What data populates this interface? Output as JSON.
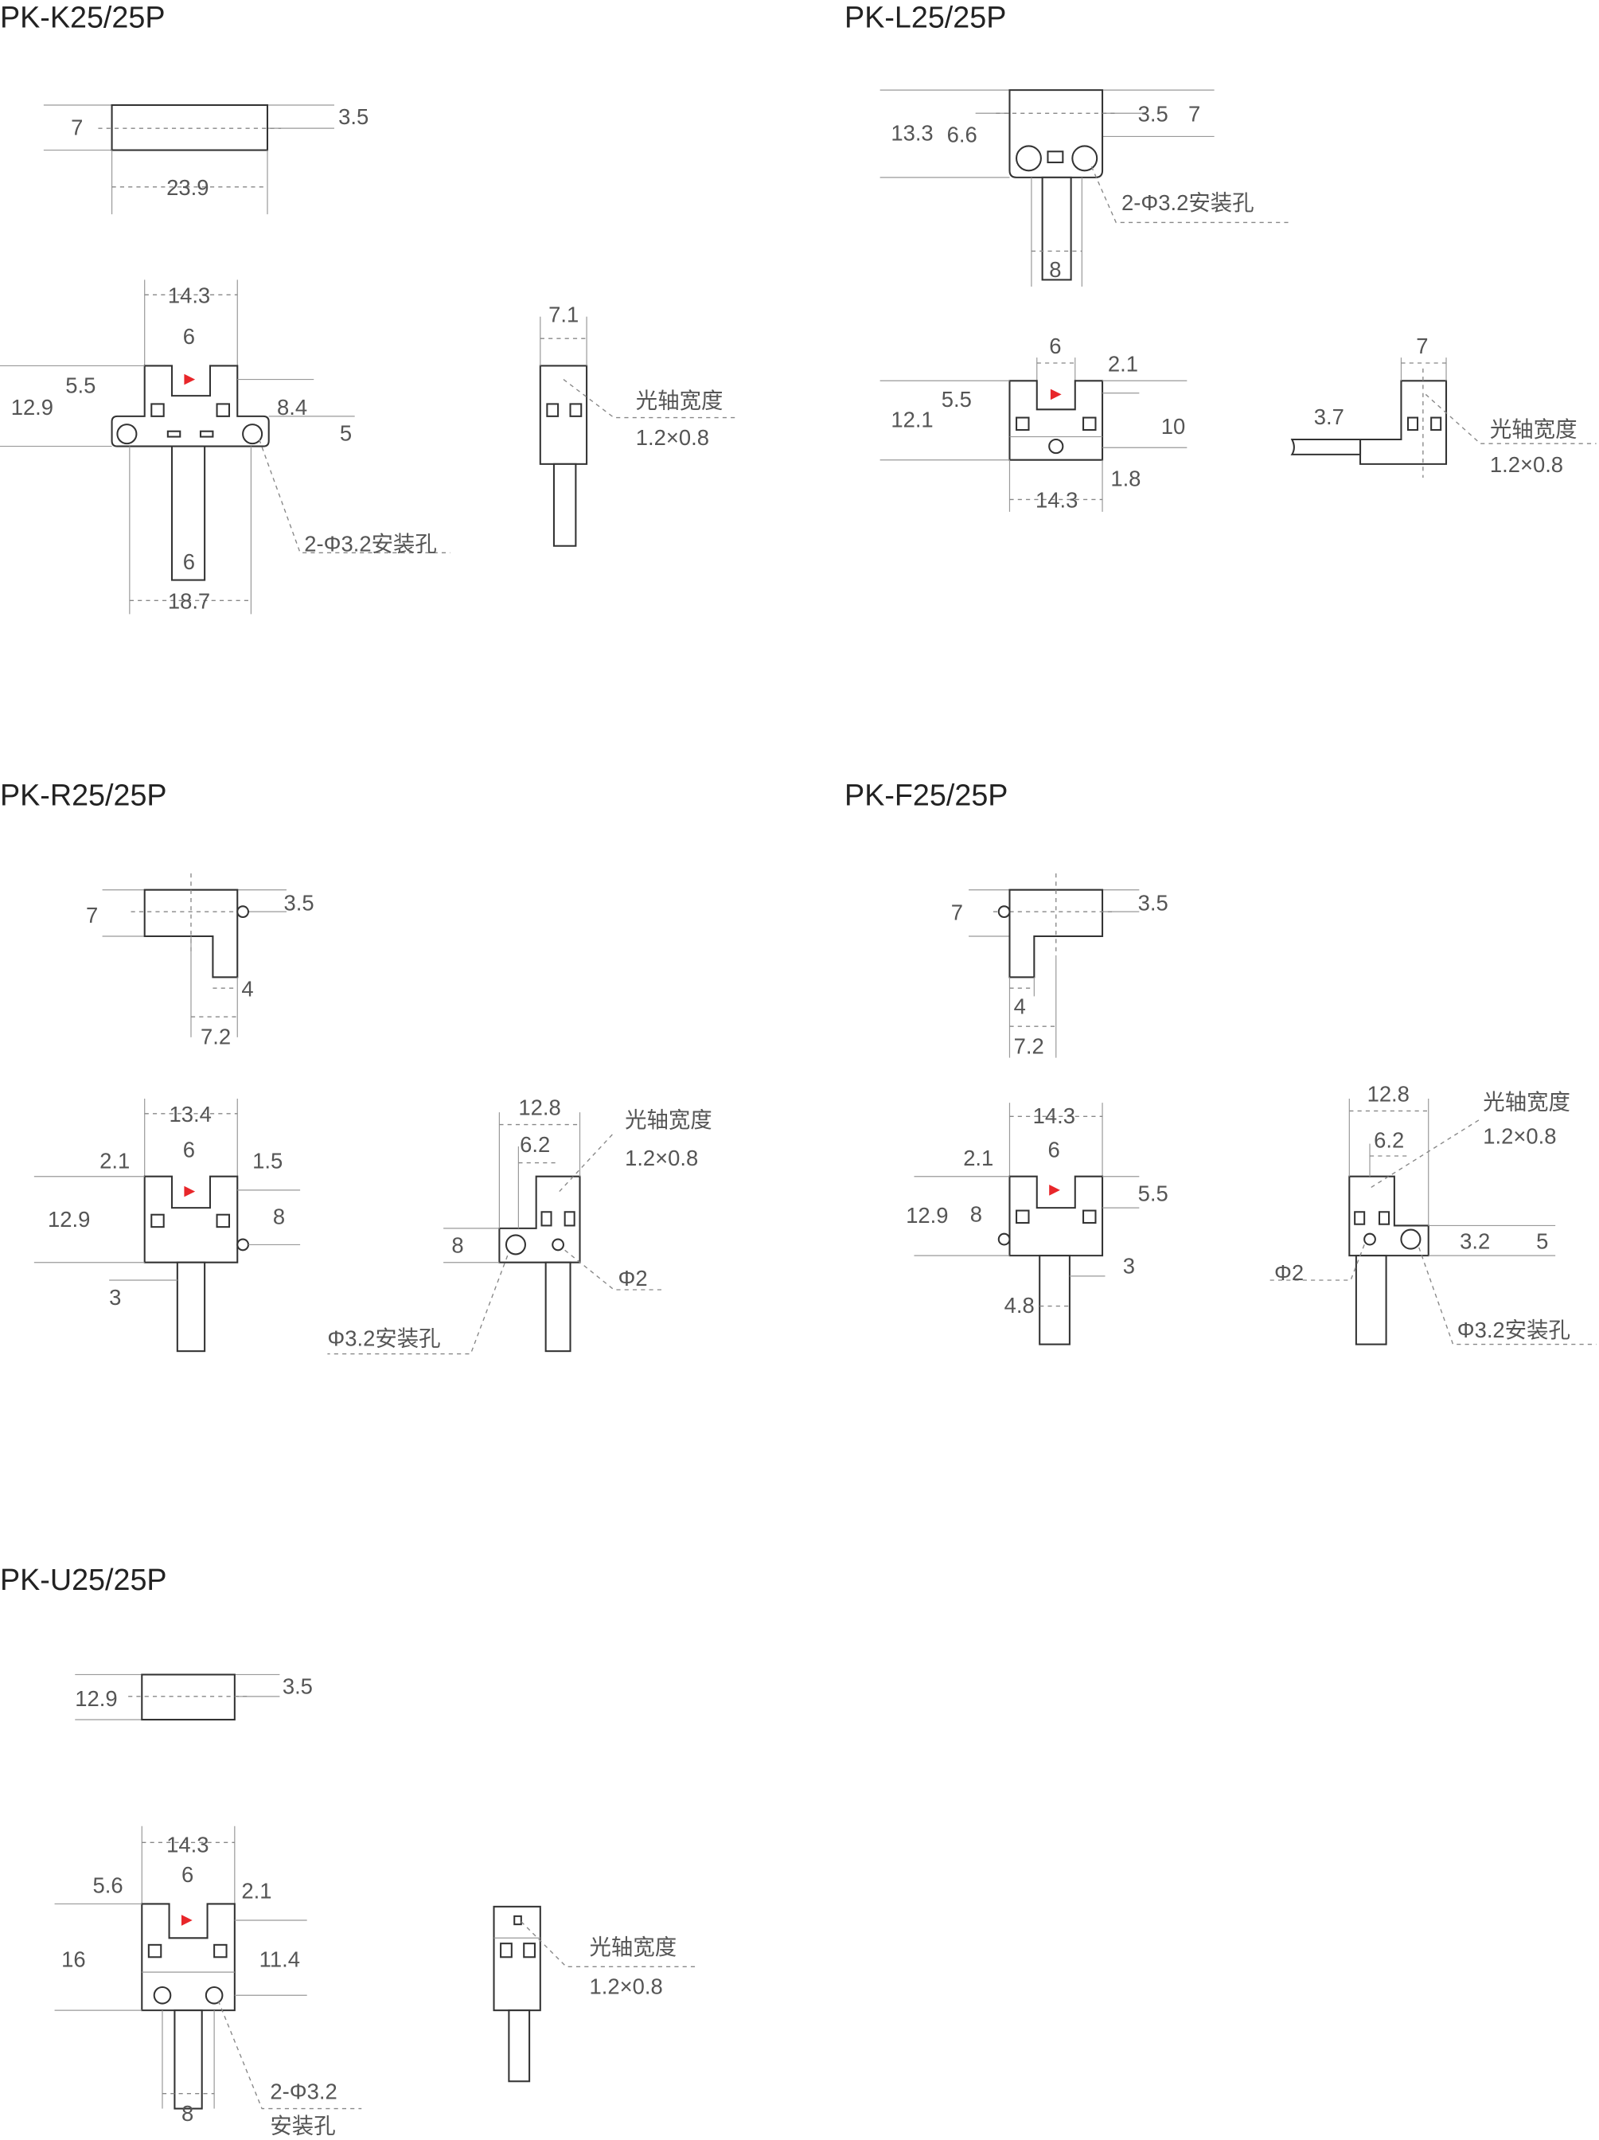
{
  "sections": {
    "K": {
      "title": "PK-K25/25P",
      "labels": [
        "7",
        "3.5",
        "23.9",
        "14.3",
        "6",
        "5.5",
        "12.9",
        "8.4",
        "5",
        "6",
        "2-Φ3.2安装孔",
        "18.7",
        "7.1",
        "光轴宽度",
        "1.2×0.8"
      ]
    },
    "L": {
      "title": "PK-L25/25P",
      "labels": [
        "13.3",
        "6.6",
        "3.5",
        "7",
        "2-Φ3.2安装孔",
        "8",
        "6",
        "2.1",
        "5.5",
        "12.1",
        "10",
        "1.8",
        "14.3",
        "7",
        "3.7",
        "光轴宽度",
        "1.2×0.8"
      ]
    },
    "R": {
      "title": "PK-R25/25P",
      "labels": [
        "7",
        "3.5",
        "4",
        "7.2",
        "13.4",
        "6",
        "2.1",
        "1.5",
        "12.9",
        "8",
        "3",
        "12.8",
        "6.2",
        "光轴宽度",
        "1.2×0.8",
        "8",
        "Φ2",
        "Φ3.2安装孔"
      ]
    },
    "F": {
      "title": "PK-F25/25P",
      "labels": [
        "7",
        "3.5",
        "4",
        "7.2",
        "14.3",
        "6",
        "2.1",
        "12.9",
        "8",
        "5.5",
        "3",
        "4.8",
        "12.8",
        "6.2",
        "光轴宽度",
        "1.2×0.8",
        "3.2",
        "5",
        "Φ2",
        "Φ3.2安装孔"
      ]
    },
    "U": {
      "title": "PK-U25/25P",
      "labels": [
        "12.9",
        "3.5",
        "14.3",
        "6",
        "5.6",
        "2.1",
        "16",
        "11.4",
        "2-Φ3.2",
        "安装孔",
        "8",
        "光轴宽度",
        "1.2×0.8"
      ]
    }
  },
  "colors": {
    "accent": "#e8262a",
    "line": "#333333",
    "text": "#555555"
  }
}
